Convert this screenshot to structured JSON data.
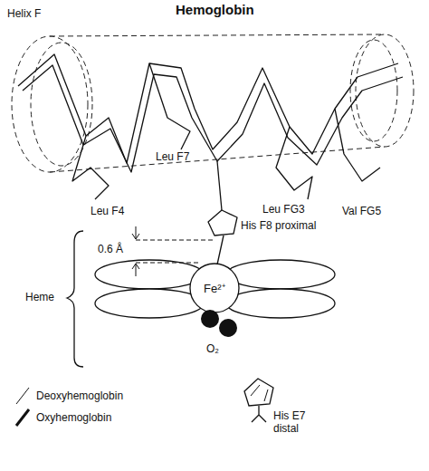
{
  "diagram": {
    "title": "Hemoglobin",
    "nodes": [
      {
        "text": [
          "Fe²⁺"
        ]
      }
    ],
    "labels": [
      "Helix F",
      "Leu F7",
      "Leu F4",
      "Leu FG3",
      "Val FG5",
      "His F8 proximal",
      "0.6 Å",
      "Heme",
      "O₂",
      "His E7 distal"
    ],
    "legend": [
      {
        "text": "Deoxyhemoglobin"
      },
      {
        "text": "Oxyhemoglobin"
      }
    ]
  }
}
